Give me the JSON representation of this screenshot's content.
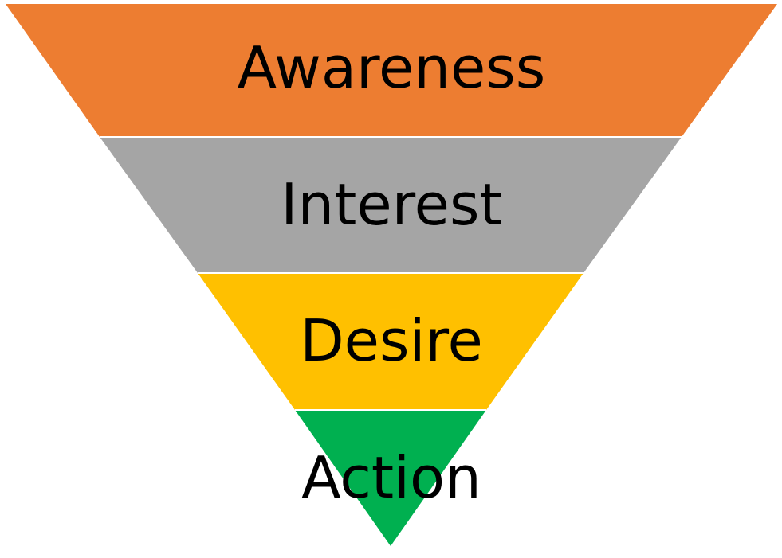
{
  "diagram": {
    "type": "inverted-funnel",
    "stages": [
      {
        "label": "Awareness",
        "color": "#ED7D31"
      },
      {
        "label": "Interest",
        "color": "#A5A5A5"
      },
      {
        "label": "Desire",
        "color": "#FFC000"
      },
      {
        "label": "Action",
        "color": "#00B050"
      }
    ],
    "divider_color": "#FFFFFF"
  }
}
